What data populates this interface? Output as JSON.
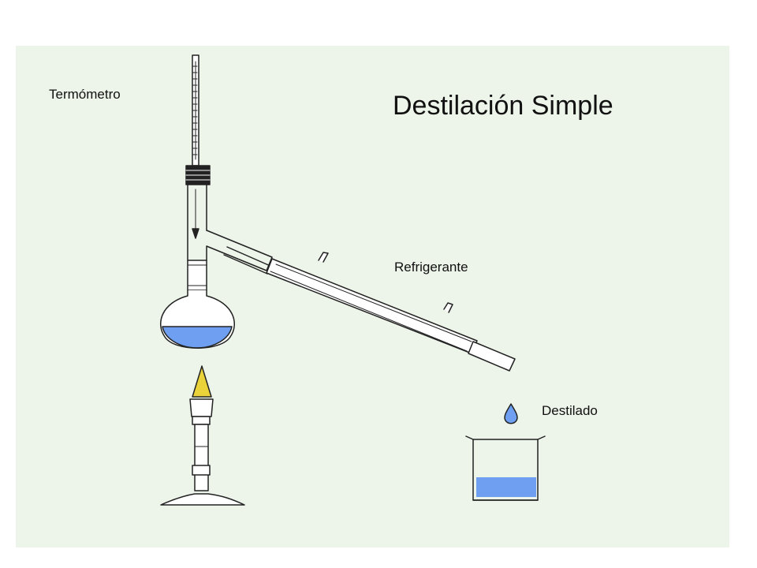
{
  "title": "Destilación Simple",
  "labels": {
    "thermometer": "Termómetro",
    "condenser": "Refrigerante",
    "distillate": "Destilado"
  },
  "colors": {
    "background": "#edf4e9",
    "liquid": "#6f9ff0",
    "flame": "#ead33a",
    "line": "#222222",
    "glass": "#ffffff"
  }
}
